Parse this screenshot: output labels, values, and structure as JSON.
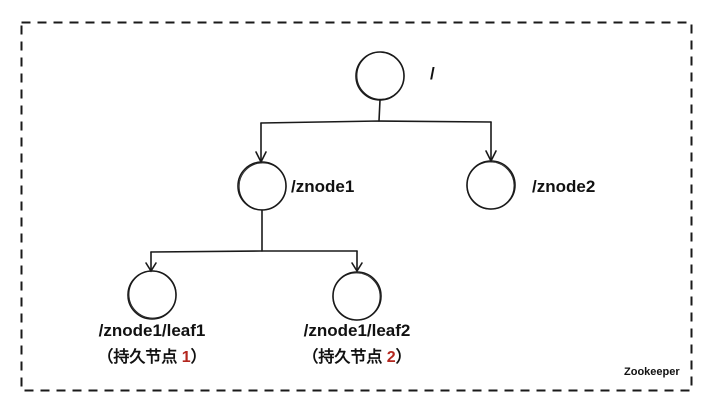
{
  "diagram": {
    "container_label": "Zookeeper",
    "nodes": [
      {
        "id": "root",
        "label": "/"
      },
      {
        "id": "znode1",
        "label": "/znode1"
      },
      {
        "id": "znode2",
        "label": "/znode2"
      },
      {
        "id": "leaf1",
        "label": "/znode1/leaf1",
        "note_prefix": "（持久节点 ",
        "note_num": "1",
        "note_suffix": "）"
      },
      {
        "id": "leaf2",
        "label": "/znode1/leaf2",
        "note_prefix": "（持久节点 ",
        "note_num": "2",
        "note_suffix": "）"
      }
    ],
    "edges": [
      {
        "from": "root",
        "to": "znode1"
      },
      {
        "from": "root",
        "to": "znode2"
      },
      {
        "from": "znode1",
        "to": "leaf1"
      },
      {
        "from": "znode1",
        "to": "leaf2"
      }
    ],
    "colors": {
      "stroke": "#1a1a1a",
      "highlight": "#b3261e"
    }
  }
}
